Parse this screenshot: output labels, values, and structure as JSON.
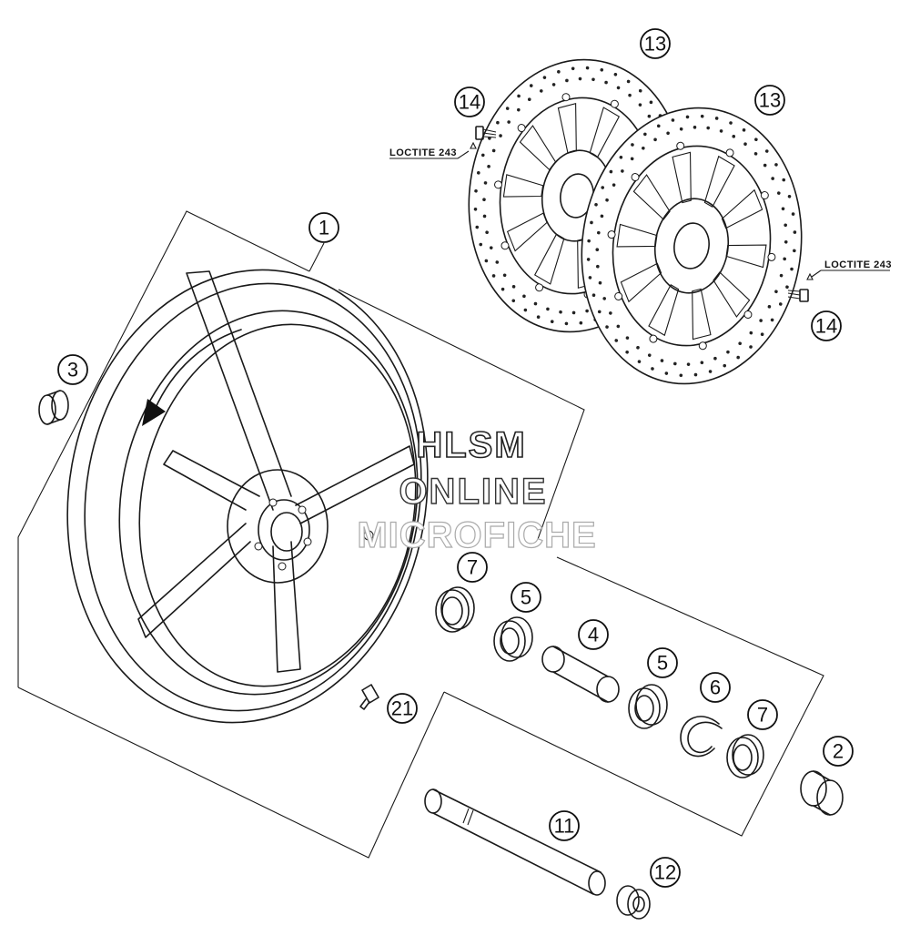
{
  "callouts": {
    "c1": "1",
    "c2": "2",
    "c3": "3",
    "c4": "4",
    "c5a": "5",
    "c5b": "5",
    "c6": "6",
    "c7a": "7",
    "c7b": "7",
    "c11": "11",
    "c12": "12",
    "c13a": "13",
    "c13b": "13",
    "c14a": "14",
    "c14b": "14",
    "c21": "21"
  },
  "notes": {
    "loctite_left": "LOCTITE 243",
    "loctite_right": "LOCTITE 243"
  },
  "watermark": {
    "line1": "HLSM",
    "line2": "ONLINE",
    "line3": "MICROFICHE"
  }
}
